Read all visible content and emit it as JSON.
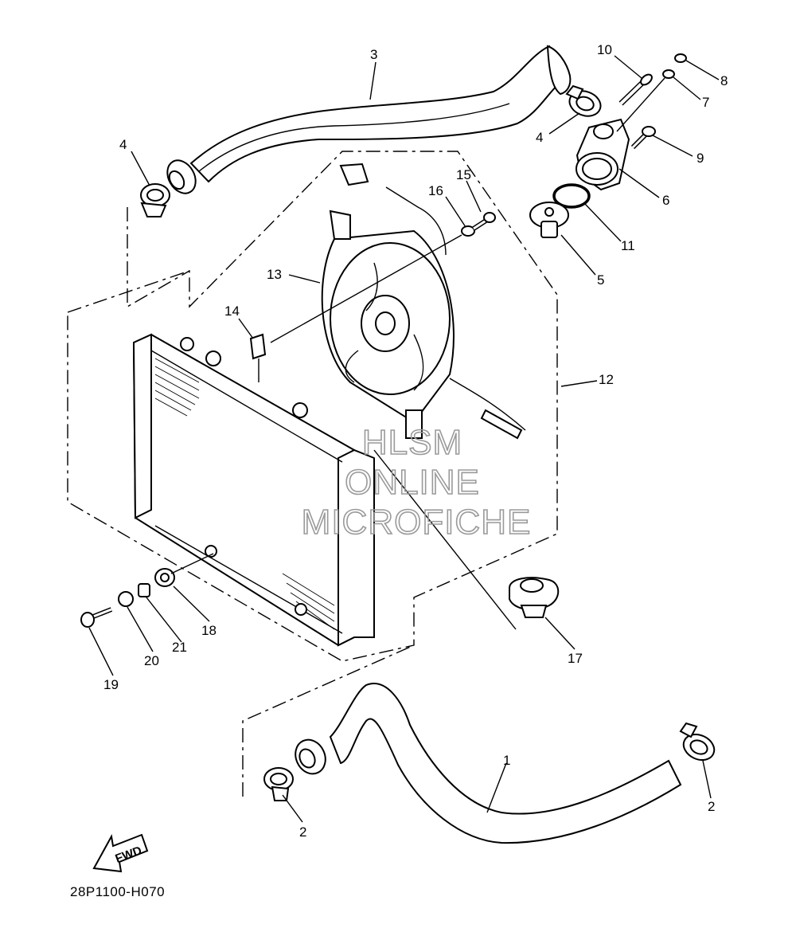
{
  "diagram_code": "28P1100-H070",
  "fwd_label": "FWD",
  "watermark": [
    "HLSM",
    "ONLINE",
    "MICROFICHE"
  ],
  "callouts": [
    {
      "id": "c1",
      "text": "1"
    },
    {
      "id": "c2a",
      "text": "2"
    },
    {
      "id": "c2b",
      "text": "2"
    },
    {
      "id": "c3",
      "text": "3"
    },
    {
      "id": "c4a",
      "text": "4"
    },
    {
      "id": "c4b",
      "text": "4"
    },
    {
      "id": "c5",
      "text": "5"
    },
    {
      "id": "c6",
      "text": "6"
    },
    {
      "id": "c7",
      "text": "7"
    },
    {
      "id": "c8",
      "text": "8"
    },
    {
      "id": "c9",
      "text": "9"
    },
    {
      "id": "c10",
      "text": "10"
    },
    {
      "id": "c11",
      "text": "11"
    },
    {
      "id": "c12",
      "text": "12"
    },
    {
      "id": "c13",
      "text": "13"
    },
    {
      "id": "c14",
      "text": "14"
    },
    {
      "id": "c15",
      "text": "15"
    },
    {
      "id": "c16",
      "text": "16"
    },
    {
      "id": "c17",
      "text": "17"
    },
    {
      "id": "c18",
      "text": "18"
    },
    {
      "id": "c19",
      "text": "19"
    },
    {
      "id": "c20",
      "text": "20"
    },
    {
      "id": "c21",
      "text": "21"
    }
  ]
}
